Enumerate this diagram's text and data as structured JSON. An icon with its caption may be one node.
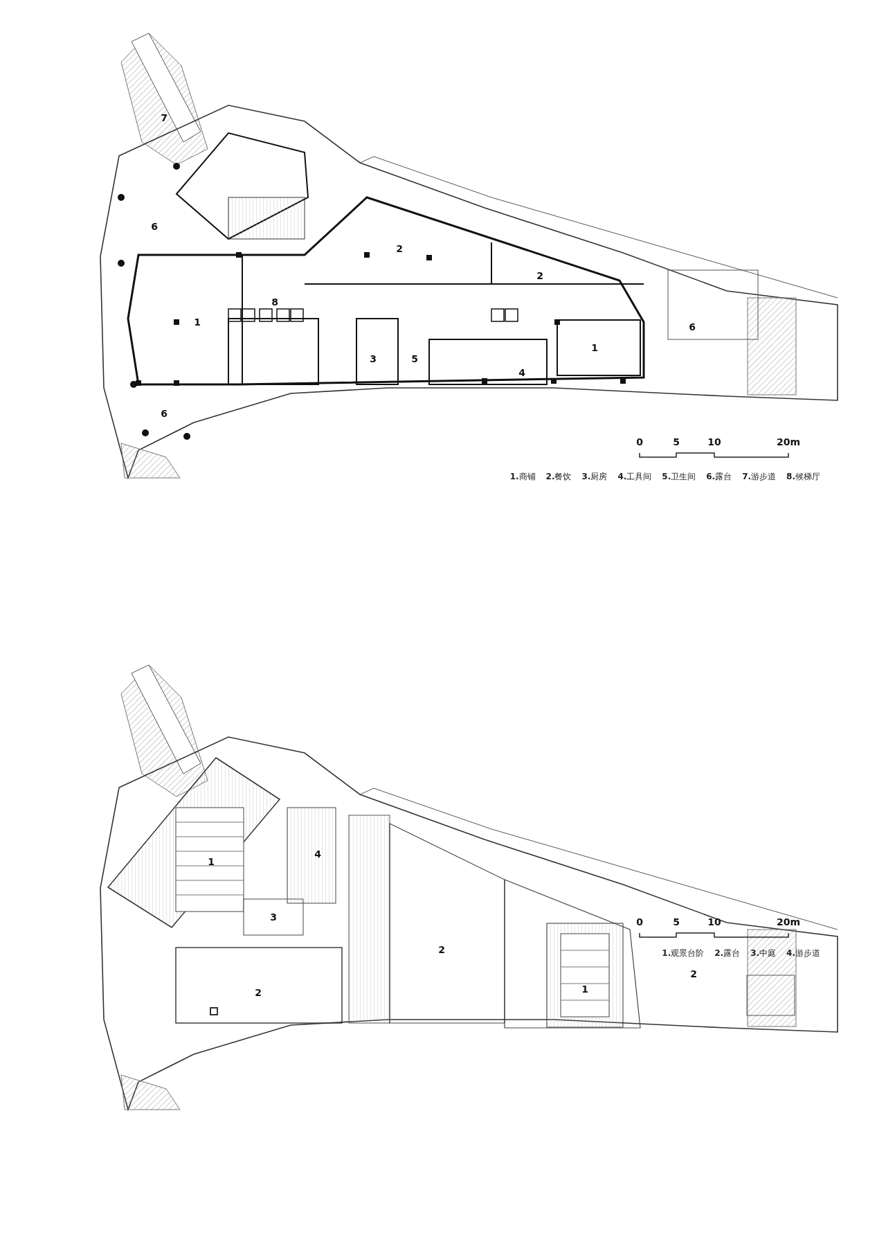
{
  "diagram": {
    "labels": [
      "7",
      "6",
      "2",
      "2",
      "8",
      "1",
      "6",
      "1",
      "3",
      "5",
      "4",
      "6",
      "0",
      "5",
      "10",
      "20m",
      "**1.**商铺",
      "**2.**餐饮",
      "**3.**厨房",
      "**4.**工具间",
      "**5.**卫生间",
      "**6.**露台",
      "**7.**游步道",
      "**8.**候梯厅",
      "4",
      "1",
      "3",
      "2",
      "2",
      "2",
      "1",
      "0",
      "5",
      "10",
      "20m",
      "**1.**观景台阶",
      "**2.**露台",
      "**3.**中庭",
      "**4.**游步道"
    ]
  }
}
